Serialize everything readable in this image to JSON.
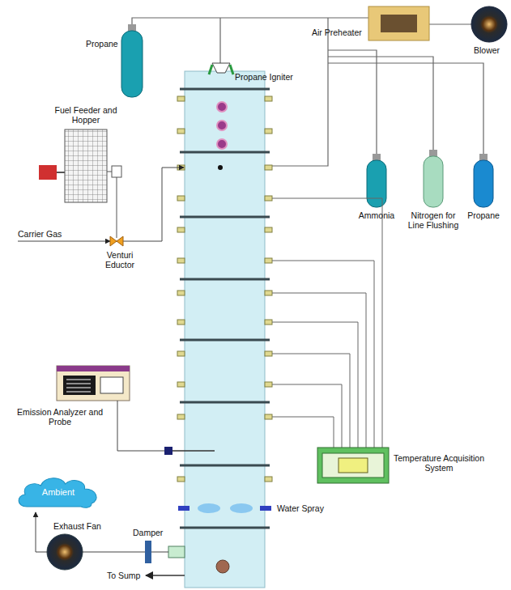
{
  "diagram": {
    "nodes": [
      {
        "text": [
          "Ambient"
        ]
      }
    ],
    "labels": [
      "Propane Igniter",
      "Air Preheater",
      "Blower",
      "Propane",
      "Fuel Feeder and Hopper",
      "Ammonia",
      "Nitrogen for Line Flushing",
      "Propane",
      "Carrier Gas",
      "Venturi Eductor",
      "Emission Analyzer and Probe",
      "Temperature Acquisition System",
      "Water Spray",
      "Exhaust Fan",
      "Damper",
      "To Sump"
    ]
  }
}
